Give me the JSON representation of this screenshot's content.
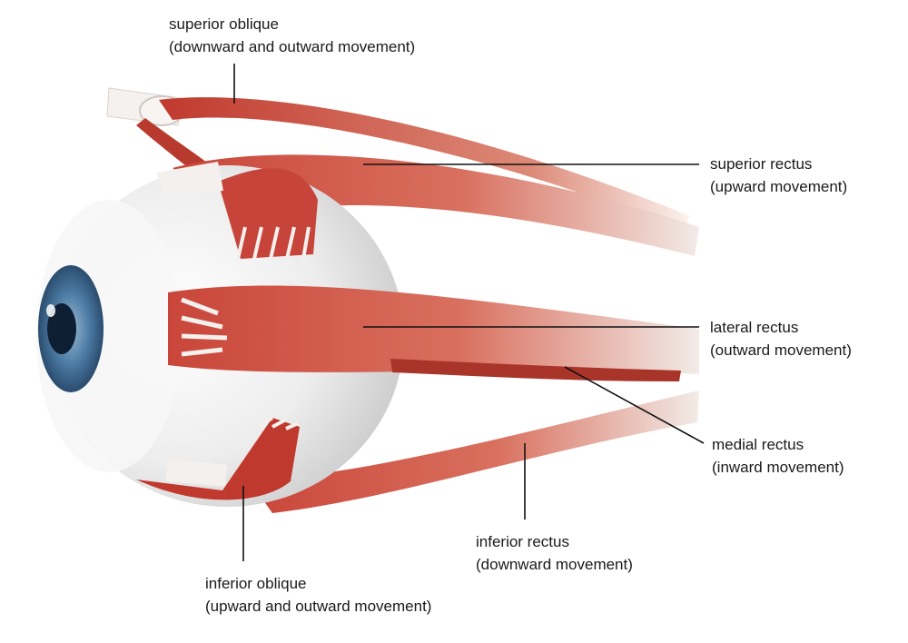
{
  "labels": {
    "superior_oblique": {
      "name": "superior oblique",
      "action": "(downward and outward movement)"
    },
    "superior_rectus": {
      "name": "superior rectus",
      "action": "(upward movement)"
    },
    "lateral_rectus": {
      "name": "lateral rectus",
      "action": "(outward movement)"
    },
    "medial_rectus": {
      "name": "medial rectus",
      "action": "(inward movement)"
    },
    "inferior_rectus": {
      "name": "inferior rectus",
      "action": "(downward movement)"
    },
    "inferior_oblique": {
      "name": "inferior oblique",
      "action": "(upward and outward movement)"
    }
  },
  "colors": {
    "muscle": "#c9463a",
    "muscle_dark": "#9e2a22",
    "muscle_light": "#e07a66",
    "tendon": "#f3f0ed",
    "sclera": "#ececec",
    "iris": "#3d6a92",
    "pupil": "#0f1f33",
    "leader_line": "#111111"
  }
}
